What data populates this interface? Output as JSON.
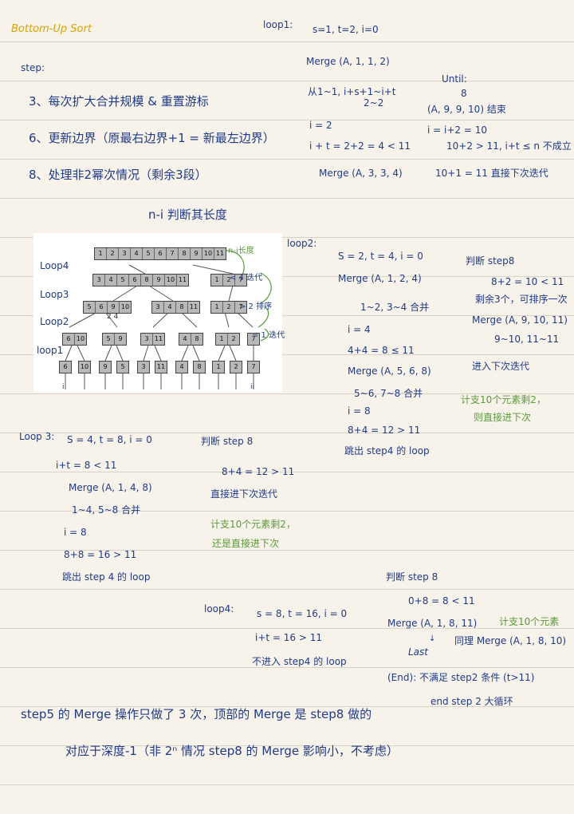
{
  "title": "Bottom-Up Sort",
  "steps": {
    "heading": "step:",
    "s3": "3、每次扩大合并规模 & 重置游标",
    "s6": "6、更新边界（原最右边界+1 = 新最左边界）",
    "s8": "8、处理非2幂次情况（剩余3段）",
    "s8b": "n-i 判断其长度"
  },
  "loop1": {
    "header": "loop1:",
    "vars": "s=1, t=2, i=0",
    "merge": "Merge (A, 1, 1, 2)",
    "desc": "从1~1, i+s+1~i+t",
    "desc2": "2~2",
    "i": "i = 2",
    "check": "i + t = 2+2 = 4 < 11",
    "merge2": "Merge (A, 3, 3, 4)",
    "until": "Until:",
    "until8": "8",
    "end_merge": "(A, 9, 9, 10) 结束",
    "i10": "i = i+2 = 10",
    "cond": "10+2 > 11, i+t ≤ n 不成立",
    "next": "10+1 = 11  直接下次迭代"
  },
  "loop2": {
    "header": "loop2:",
    "vars": "S = 2, t = 4, i = 0",
    "merge": "Merge (A, 1, 2, 4)",
    "desc": "1~2, 3~4 合并",
    "i4": "i = 4",
    "check": "4+4 = 8 ≤ 11",
    "merge2": "Merge (A, 5, 6, 8)",
    "desc2": "5~6, 7~8 合并",
    "i8": "i = 8",
    "check2": "8+4 = 12 > 11",
    "exit": "跳出 step4 的 loop",
    "judge": "判断 step8",
    "j1": "8+2 = 10 < 11",
    "j2": "剩余3个，可排序一次",
    "j3": "Merge (A, 9, 10, 11)",
    "j4": "9~10, 11~11",
    "j5": "进入下次迭代",
    "g1": "计支10个元素剩2，",
    "g2": "则直接进下次"
  },
  "loop3": {
    "header": "Loop 3:",
    "vars": "S = 4, t = 8, i = 0",
    "check": "i+t = 8 < 11",
    "merge": "Merge (A, 1, 4, 8)",
    "desc": "1~4, 5~8 合并",
    "i8": "i = 8",
    "check2": "8+8 = 16 > 11",
    "exit": "跳出 step 4 的 loop",
    "judge": "判断 step 8",
    "j1": "8+4 = 12 > 11",
    "j2": "直接进下次迭代",
    "g1": "计支10个元素剩2，",
    "g2": "还是直接进下次"
  },
  "loop4": {
    "header": "loop4:",
    "vars": "s = 8, t = 16, i = 0",
    "check": "i+t = 16 > 11",
    "exit": "不进入 step4 的 loop",
    "judge": "判断 step 8",
    "j1": "0+8 = 8 < 11",
    "merge": "Merge (A, 1, 8, 11)",
    "last": "Last",
    "g1": "计支10个元素",
    "same": "同理 Merge (A, 1, 8, 10)",
    "end1": "(End): 不满足 step2 条件 (t>11)",
    "end2": "end step 2 大循环"
  },
  "summary": {
    "l1": "step5 的 Merge 操作只做了 3 次，顶部的 Merge 是 step8 做的",
    "l2": "对应于深度-1（非 2ⁿ 情况 step8 的 Merge 影响小，不考虑）"
  },
  "figure": {
    "loop4": "Loop4",
    "loop3": "Loop3",
    "loop2": "Loop2",
    "loop1": "loop1",
    "top": [
      "1",
      "2",
      "3",
      "4",
      "5",
      "6",
      "7",
      "8",
      "9",
      "10",
      "11"
    ],
    "l3a": [
      "3",
      "4",
      "5",
      "6",
      "8",
      "9",
      "10",
      "11"
    ],
    "l3b": [
      "1",
      "2",
      "7"
    ],
    "l2a": [
      "5",
      "6",
      "9",
      "10"
    ],
    "l2b": [
      "3",
      "4",
      "8",
      "11"
    ],
    "l2c": [
      "1",
      "2",
      "7"
    ],
    "l1": [
      [
        "6",
        "10"
      ],
      [
        "5",
        "9"
      ],
      [
        "3",
        "11"
      ],
      [
        "4",
        "8"
      ],
      [
        "1",
        "2"
      ],
      [
        "7"
      ]
    ],
    "leaves": [
      "6",
      "10",
      "9",
      "5",
      "3",
      "11",
      "4",
      "8",
      "1",
      "2",
      "7"
    ],
    "label24": "2 4",
    "ann_ni": "n-i长度",
    "ann_lt4": "< 4  迭代",
    "ann_gt2": "> 2  排序",
    "ann_eq1": "= 1  迭代",
    "ann_i": "i",
    "ann_ii": "ii"
  }
}
